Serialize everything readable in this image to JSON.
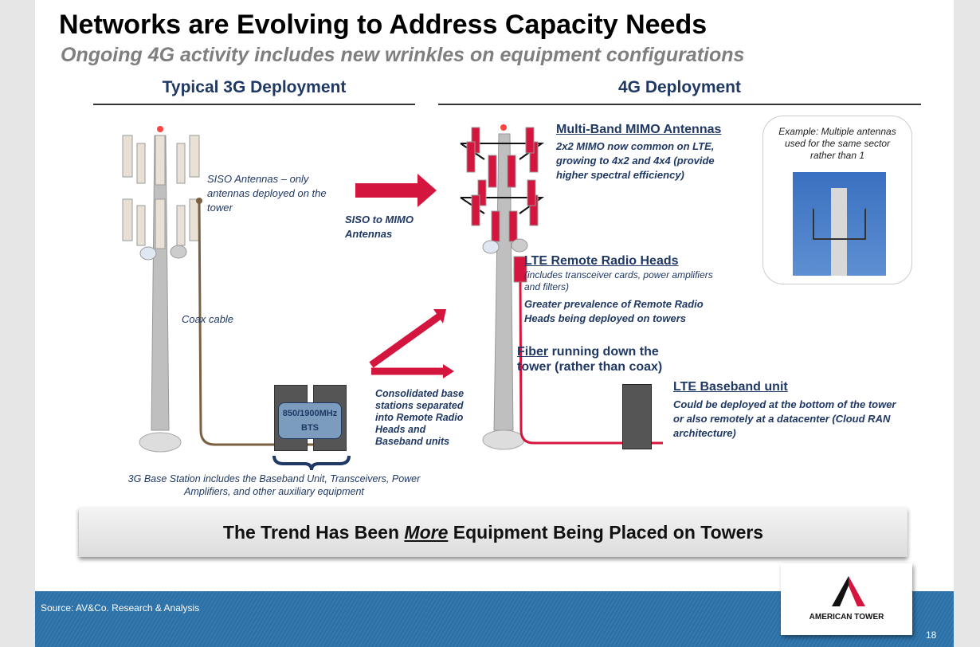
{
  "title": "Networks are Evolving to Address Capacity Needs",
  "subtitle": "Ongoing 4G activity includes new wrinkles on equipment configurations",
  "left": {
    "heading": "Typical 3G Deployment",
    "siso_label": "SISO Antennas – only antennas deployed on the tower",
    "coax_label": "Coax cable",
    "bts_line1": "850/1900MHz",
    "bts_line2": "BTS",
    "base_station_note": "3G Base Station includes the Baseband Unit, Transceivers, Power Amplifiers, and other auxiliary equipment"
  },
  "middle": {
    "siso_to_mimo": "SISO to MIMO Antennas",
    "consolidated": "Consolidated base stations separated into Remote Radio Heads and Baseband units"
  },
  "right": {
    "heading": "4G Deployment",
    "mimo_title": "Multi-Band MIMO Antennas",
    "mimo_text": "2x2 MIMO now common on LTE, growing to 4x2 and 4x4 (provide higher spectral efficiency)",
    "rrh_title": "LTE Remote Radio Heads",
    "rrh_sub": "(includes transceiver cards, power amplifiers and filters)",
    "rrh_text": "Greater prevalence of Remote Radio Heads being deployed on towers",
    "fiber_word": "Fiber",
    "fiber_rest": " running down the tower (rather than coax)",
    "bbu_title": "LTE Baseband unit",
    "bbu_text": "Could be deployed at the bottom of the tower or also remotely at a datacenter (Cloud RAN architecture)",
    "example": "Example: Multiple antennas used for the same sector rather than 1"
  },
  "banner": {
    "pre": "The Trend Has Been ",
    "emph": "More",
    "post": " Equipment Being Placed on Towers"
  },
  "footer": {
    "source": "Source: AV&Co. Research & Analysis",
    "page": "18",
    "logo_text": "AMERICAN TOWER"
  },
  "colors": {
    "accent": "#d4163f",
    "navy": "#1f3864",
    "coax": "#7a6040",
    "footer_blue": "#2e72aa"
  }
}
